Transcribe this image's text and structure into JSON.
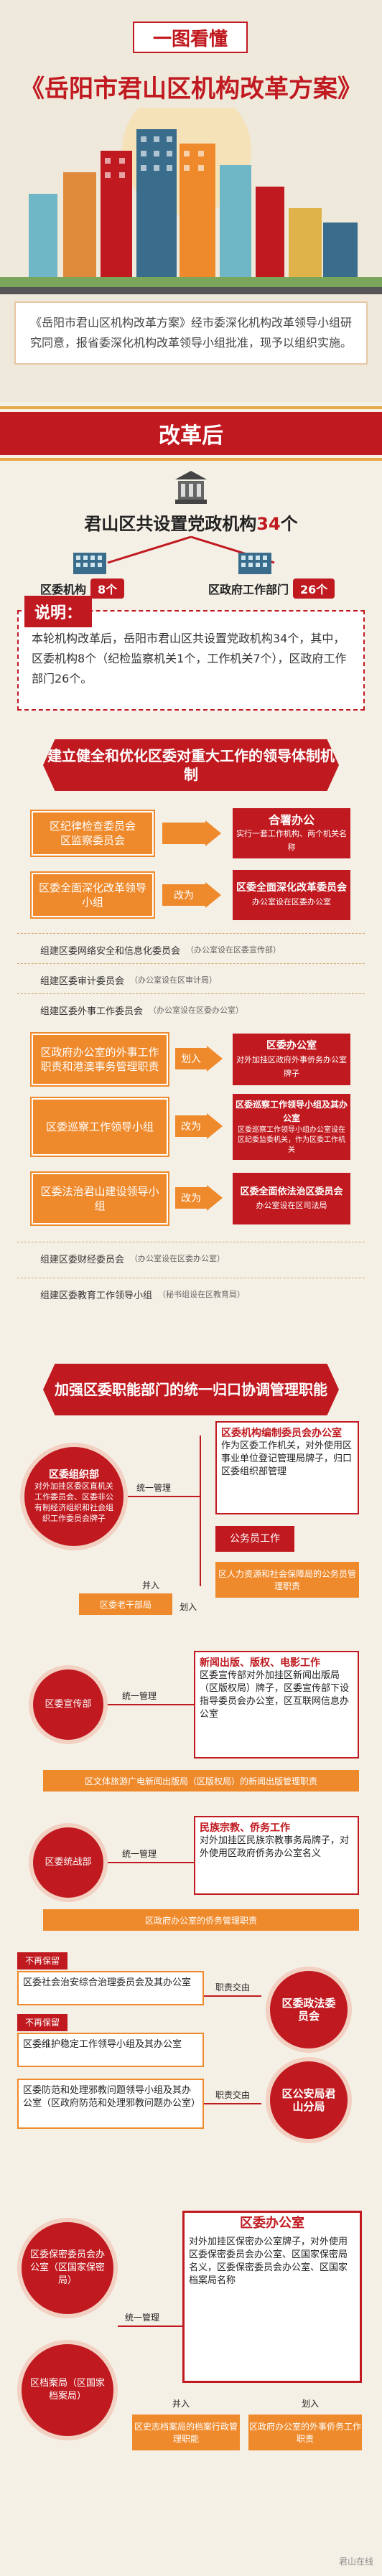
{
  "header": {
    "subtitle": "一图看懂",
    "title": "《岳阳市君山区机构改革方案》",
    "intro": "《岳阳市君山区机构改革方案》经市委深化机构改革领导小组研究同意，报省委深化机构改革领导小组批准，现予以组织实施。"
  },
  "after_reform": {
    "banner": "改革后",
    "total_prefix": "君山区共设置党政机构",
    "total_num": "34",
    "total_suffix": "个",
    "party_label": "区委机构",
    "party_count": "8个",
    "gov_label": "区政府工作部门",
    "gov_count": "26个",
    "note_tag": "说明：",
    "note_text": "本轮机构改革后，岳阳市君山区共设置党政机构34个，其中，区委机构8个（纪检监察机关1个，工作机关7个），区政府工作部门26个。"
  },
  "mechanism": {
    "head": "建立健全和优化区委对重大工作的领导体制机制",
    "row1_left": "区纪律检查委员会\n区监察委员会",
    "row1_right_title": "合署办公",
    "row1_right_sub": "实行一套工作机构、两个机关名称",
    "row2_left": "区委全面深化改革领导小组",
    "row2_mid": "改为",
    "row2_right": "区委全面深化改革委员会",
    "row2_right_sub": "办公室设在区委办公室",
    "row3": "组建区委网络安全和信息化委员会",
    "row3_small": "（办公室设在区委宣传部）",
    "row4": "组建区委审计委员会",
    "row4_small": "（办公室设在区审计局）",
    "row5": "组建区委外事工作委员会",
    "row5_small": "（办公室设在区委办公室）",
    "row6_left": "区政府办公室的外事工作职责和港澳事务管理职责",
    "row6_mid": "划入",
    "row6_right": "区委办公室",
    "row6_right_sub": "对外加挂区政府外事侨务办公室牌子",
    "row7_left": "区委巡察工作领导小组",
    "row7_mid": "改为",
    "row7_right": "区委巡察工作领导小组及其办公室",
    "row7_right_sub": "区委巡察工作领导小组办公室设在区纪委监委机关，作为区委工作机关",
    "row8_left": "区委法治君山建设领导小组",
    "row8_mid": "改为",
    "row8_right": "区委全面依法治区委员会",
    "row8_right_sub": "办公室设在区司法局",
    "row9": "组建区委财经委员会",
    "row9_small": "（办公室设在区委办公室）",
    "row10": "组建区委教育工作领导小组",
    "row10_small": "（秘书组设在区教育局）"
  },
  "functional": {
    "head": "加强区委职能部门的统一归口协调管理职能",
    "org_circle": "区委组织部",
    "org_note": "对外加挂区委区直机关工作委员会、区委非公有制经济组织和社会组织工作委员会牌子",
    "org_unified": "统一管理",
    "org_box_title": "区委机构编制委员会办公室",
    "org_box_text": "作为区委工作机关，对外使用区事业单位登记管理局牌子，归口区委组织部管理",
    "civil_title": "公务员工作",
    "civil_text": "区人力资源和社会保障局的公务员管理职责",
    "cadre_strip": "区委老干部局",
    "merge_label": "并入",
    "merge_label2": "划入",
    "pub_circle": "区委宣传部",
    "pub_unified": "统一管理",
    "pub_box_title": "新闻出版、版权、电影工作",
    "pub_box_text": "区委宣传部对外加挂区新闻出版局（区版权局）牌子，区委宣传部下设指导委员会办公室，区互联网信息办公室",
    "pub_strip": "区文体旅游广电新闻出版局（区版权局）的新闻出版管理职责",
    "front_circle": "区委统战部",
    "front_unified": "统一管理",
    "front_box_title": "民族宗教、侨务工作",
    "front_box_text": "对外加挂区民族宗教事务局牌子，对外使用区政府侨务办公室名义",
    "front_strip": "区政府办公室的侨务管理职责",
    "pol_tag1": "不再保留",
    "pol_item1": "区委社会治安综合治理委员会及其办公室",
    "pol_tag2": "不再保留",
    "pol_item2": "区委维护稳定工作领导小组及其办公室",
    "pol_item3": "区委防范和处理邪教问题领导小组及其办公室（区政府防范和处理邪教问题办公室）",
    "pol_flow1": "职责交由",
    "pol_flow2": "职责交由",
    "pol_circle1": "区委政法委员会",
    "pol_circle2": "区公安局君山分局"
  },
  "bottom": {
    "secret_circle": "区委保密委员会办公室（区国家保密局）",
    "archive_circle": "区档案局（区国家档案局）",
    "unified": "统一管理",
    "merge": "并入",
    "merge2": "划入",
    "office_title": "区委办公室",
    "office_text": "对外加挂区保密办公室牌子，对外使用区委保密委员会办公室、区国家保密局名义，区委保密委员会办公室、区国家档案局名称",
    "archive_strip": "区史志档案局的档案行政管理职能",
    "strip2": "区政府办公室的外事侨务工作职责",
    "watermark": "君山在线"
  }
}
